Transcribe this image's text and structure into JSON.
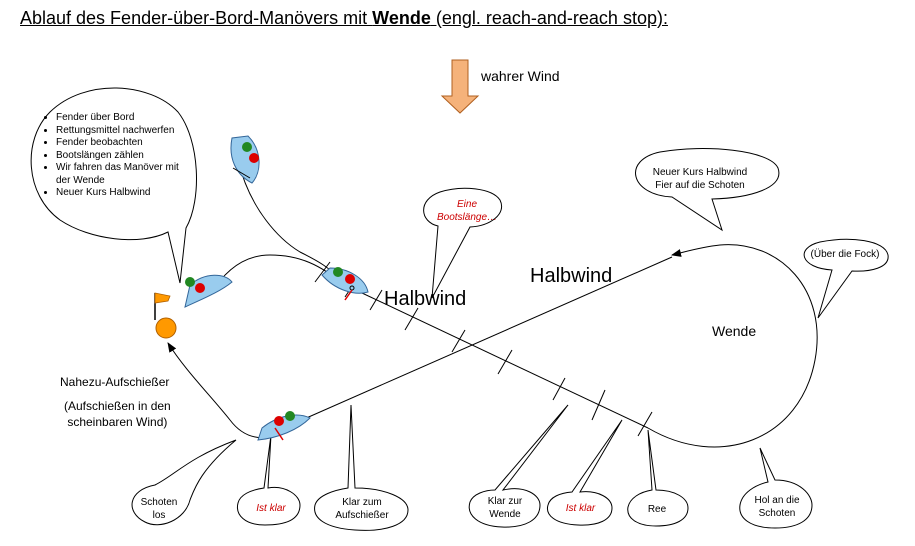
{
  "title": {
    "prefix": "Ablauf des Fender-über-Bord-Manövers mit ",
    "bold": "Wende",
    "suffix": " (engl. reach-and-reach stop):"
  },
  "wind": {
    "label": "wahrer Wind"
  },
  "notes": {
    "items": [
      "Fender über Bord",
      "Rettungsmittel nachwerfen",
      "Fender beobachten",
      "Bootslängen zählen",
      "Wir fahren das Manöver mit der Wende",
      "Neuer Kurs Halbwind"
    ]
  },
  "labels": {
    "halbwind_lower": "Halbwind",
    "halbwind_upper": "Halbwind",
    "wende": "Wende",
    "nahezu": "Nahezu-Aufschießer",
    "aufschiessen_line1": "(Aufschießen in den",
    "aufschiessen_line2": "scheinbaren Wind)"
  },
  "bubbles": {
    "eine_bootslaenge": "Eine Bootslänge…",
    "neuer_kurs_line1": "Neuer Kurs Halbwind",
    "neuer_kurs_line2": "Fier auf die Schoten",
    "ueber_fock": "(Über die Fock)",
    "schoten_line1": "Schoten",
    "schoten_line2": "los",
    "ist_klar_left": "Ist klar",
    "klar_aufschiesser_line1": "Klar zum",
    "klar_aufschiesser_line2": "Aufschießer",
    "klar_wende_line1": "Klar zur",
    "klar_wende_line2": "Wende",
    "ist_klar_right": "Ist klar",
    "ree": "Ree",
    "hol_an_line1": "Hol an die",
    "hol_an_line2": "Schoten"
  },
  "colors": {
    "boat_hull": "#99ccee",
    "crew_red": "#dd0000",
    "crew_green": "#228822",
    "buoy_orange": "#ff9900",
    "wind_arrow": "#f5b27a",
    "label_red": "#cc0000"
  }
}
